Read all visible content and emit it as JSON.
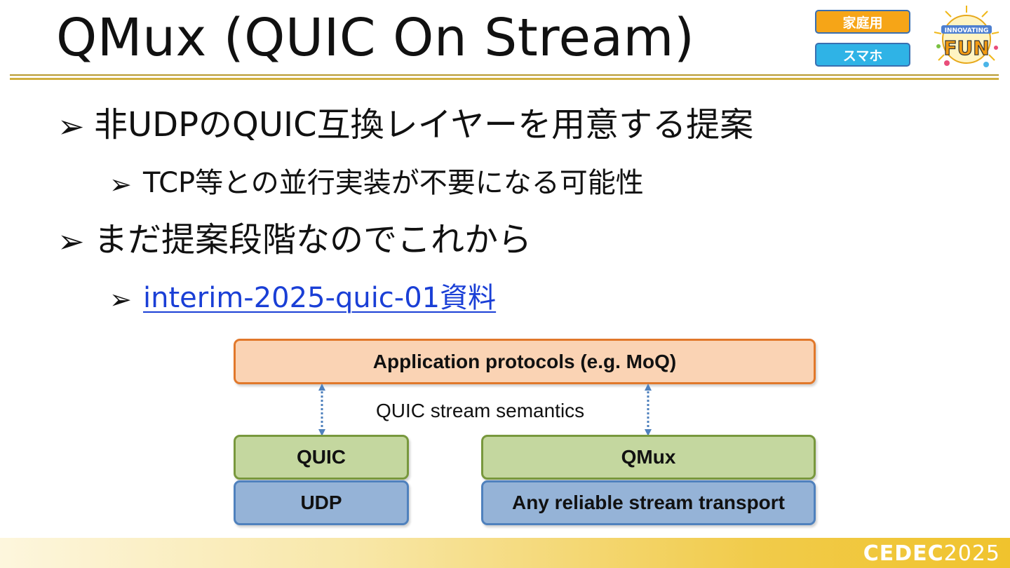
{
  "slide": {
    "title": "QMux (QUIC On Stream)",
    "tags": {
      "home": "家庭用",
      "phone": "スマホ"
    },
    "logo_text": {
      "top": "INNOVATING",
      "main": "FUN"
    },
    "bullets": [
      {
        "text": "非UDPのQUIC互換レイヤーを用意する提案",
        "sub": [
          {
            "text": "TCP等との並行実装が不要になる可能性"
          }
        ]
      },
      {
        "text": "まだ提案段階なのでこれから",
        "sub": [
          {
            "text": "interim-2025-quic-01資料",
            "link": true
          }
        ]
      }
    ],
    "bullet_symbol": "➢"
  },
  "diagram": {
    "app_box": "Application protocols (e.g. MoQ)",
    "semantics_label": "QUIC stream semantics",
    "quic_box": "QUIC",
    "udp_box": "UDP",
    "qmux_box": "QMux",
    "transport_box": "Any reliable stream transport"
  },
  "footer": {
    "brand": "CEDEC",
    "year": "2025"
  },
  "colors": {
    "app_fill": "#fad3b4",
    "app_border": "#e1782b",
    "green_fill": "#c4d79f",
    "green_border": "#78983d",
    "blue_fill": "#95b3d7",
    "blue_border": "#4f81bd",
    "arrow": "#4f81bd",
    "link": "#1a3fd6",
    "rule": "#c8a73a"
  }
}
